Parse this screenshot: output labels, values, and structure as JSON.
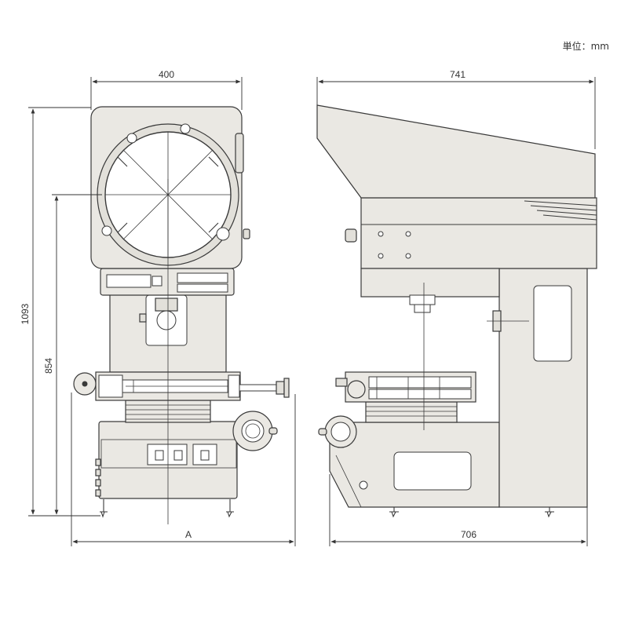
{
  "unit_label": "単位：mm",
  "dimensions": {
    "front_width": "400",
    "front_height_total": "1093",
    "front_height_screen_center": "854",
    "front_base_width": "A",
    "side_top_width": "741",
    "side_base_width": "706"
  },
  "colors": {
    "body": "#eae8e3",
    "outline": "#3a3a3a",
    "screen": "#ffffff"
  }
}
